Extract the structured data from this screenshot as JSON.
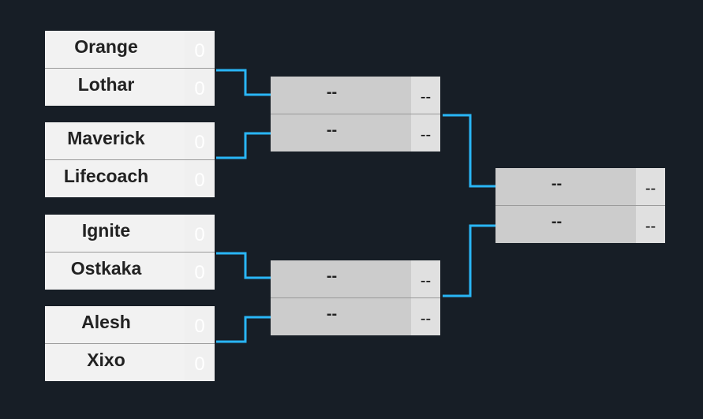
{
  "bracket": {
    "round1": [
      {
        "top": {
          "name": "Orange",
          "score": "0"
        },
        "bottom": {
          "name": "Lothar",
          "score": "0"
        }
      },
      {
        "top": {
          "name": "Maverick",
          "score": "0"
        },
        "bottom": {
          "name": "Lifecoach",
          "score": "0"
        }
      },
      {
        "top": {
          "name": "Ignite",
          "score": "0"
        },
        "bottom": {
          "name": "Ostkaka",
          "score": "0"
        }
      },
      {
        "top": {
          "name": "Alesh",
          "score": "0"
        },
        "bottom": {
          "name": "Xixo",
          "score": "0"
        }
      }
    ],
    "round2": [
      {
        "top": {
          "name": "--",
          "score": "--"
        },
        "bottom": {
          "name": "--",
          "score": "--"
        }
      },
      {
        "top": {
          "name": "--",
          "score": "--"
        },
        "bottom": {
          "name": "--",
          "score": "--"
        }
      }
    ],
    "final": {
      "top": {
        "name": "--",
        "score": "--"
      },
      "bottom": {
        "name": "--",
        "score": "--"
      }
    }
  },
  "colors": {
    "background": "#171e26",
    "connector": "#29b6f6",
    "round1_bg": "#f2f2f2",
    "later_round_bg": "#cccccc"
  }
}
